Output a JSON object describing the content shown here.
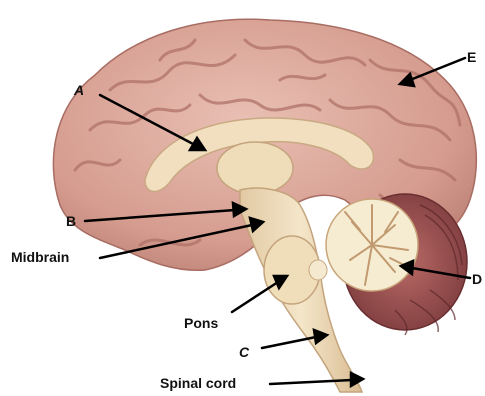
{
  "labels": {
    "a": "A",
    "b": "B",
    "c": "C",
    "d": "D",
    "e": "E",
    "midbrain": "Midbrain",
    "pons": "Pons",
    "spinal_cord": "Spinal cord"
  },
  "colors": {
    "cortex": "#d9a69a",
    "cortex_dark": "#b9786e",
    "corpus_callosum": "#f2e2c4",
    "brainstem": "#efdcb8",
    "cerebellum": "#9b4a4a",
    "arbor_vitae": "#f6ecd2",
    "arrow": "#000000"
  }
}
